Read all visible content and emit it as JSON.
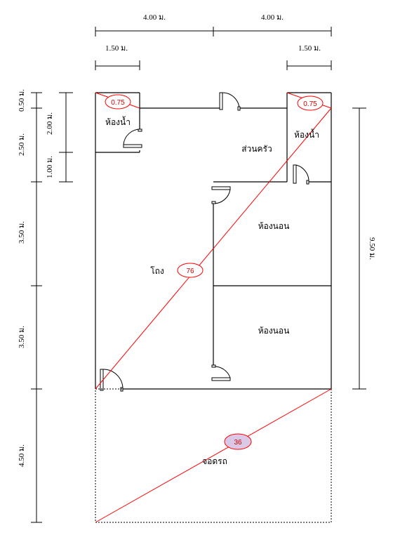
{
  "dimensions": {
    "top_left_width": "4.00 ม.",
    "top_right_width": "4.00 ม.",
    "left_bath_width": "1.50 ม.",
    "right_bath_width": "1.50 ม.",
    "left_a": "0.50 ม.",
    "left_b": "2.50 ม.",
    "left_c": "3.50 ม.",
    "left_d": "3.50 ม.",
    "left_e": "4.50 ม.",
    "inner_a": "2.00 ม.",
    "inner_b": "1.00 ม.",
    "right_total": "9.50 ม."
  },
  "rooms": {
    "bath_left": "ห้องน้ำ",
    "bath_right": "ห้องน้ำ",
    "kitchen": "ส่วนครัว",
    "bedroom_1": "ห้องนอน",
    "bedroom_2": "ห้องนอน",
    "hall": "โถง",
    "parking": "จอดรถ"
  },
  "badges": {
    "bath_left": "0.75",
    "bath_right": "0.75",
    "hall": "76",
    "parking": "36"
  },
  "colors": {
    "line": "#000000",
    "diagonal": "#ff0000",
    "badge_text": "#cc0000",
    "parking_badge_fill": "#d9c9e6"
  }
}
